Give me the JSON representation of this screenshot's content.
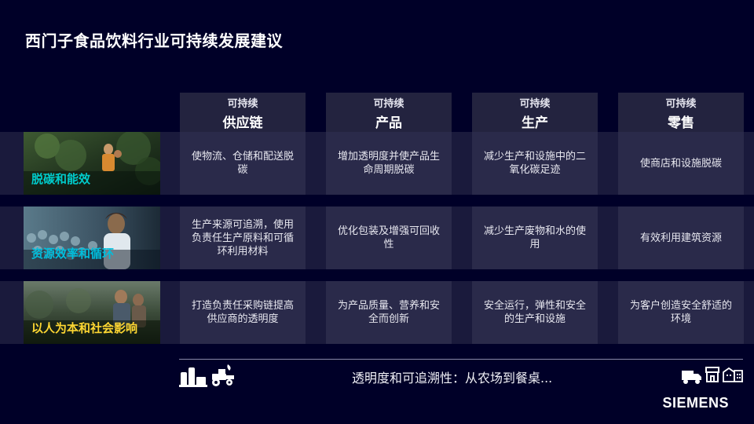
{
  "slide": {
    "title": "西门子食品饮料行业可持续发展建议",
    "brand": "SIEMENS",
    "footer_text": "透明度和可追溯性：从农场到餐桌..."
  },
  "columns": [
    {
      "small": "可持续",
      "big": "供应链"
    },
    {
      "small": "可持续",
      "big": "产品"
    },
    {
      "small": "可持续",
      "big": "生产"
    },
    {
      "small": "可持续",
      "big": "零售"
    }
  ],
  "rows": [
    {
      "label": "脱碳和能效",
      "label_color": "#00cccc",
      "cells": [
        "使物流、仓储和配送脱碳",
        "增加透明度并使产品生命周期脱碳",
        "减少生产和设施中的二氧化碳足迹",
        "使商店和设施脱碳"
      ]
    },
    {
      "label": "资源效率和循环",
      "label_color": "#00bedc",
      "cells": [
        "生产来源可追溯，使用负责任生产原料和可循环利用材料",
        "优化包装及增强可回收性",
        "减少生产废物和水的使用",
        "有效利用建筑资源"
      ]
    },
    {
      "label": "以人为本和社会影响",
      "label_color": "#ffd732",
      "cells": [
        "打造负责任采购链提高供应商的透明度",
        "为产品质量、营养和安全而创新",
        "安全运行，弹性和安全的生产和设施",
        "为客户创造安全舒适的环境"
      ]
    }
  ]
}
